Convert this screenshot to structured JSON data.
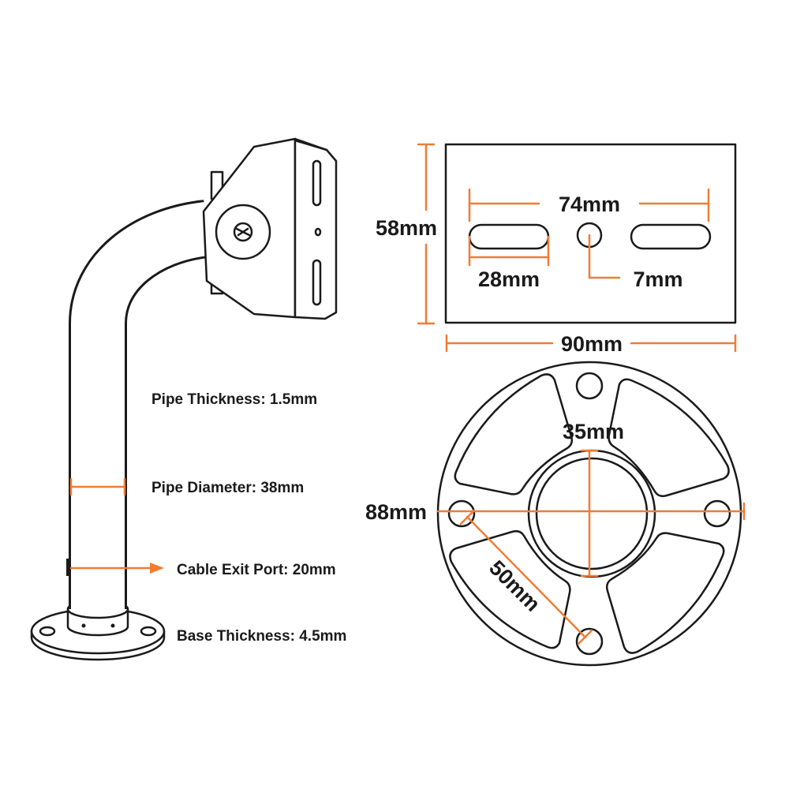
{
  "colors": {
    "accent": "#f07c34",
    "line": "#1a1a1a",
    "background": "#ffffff"
  },
  "specs": {
    "pipe_thickness": "Pipe Thickness: 1.5mm",
    "pipe_diameter": "Pipe Diameter: 38mm",
    "cable_exit": "Cable Exit Port: 20mm",
    "base_thickness": "Base Thickness: 4.5mm"
  },
  "plate": {
    "height": "58mm",
    "hole_spacing": "74mm",
    "slot_length": "28mm",
    "hole_diameter": "7mm",
    "width": "90mm"
  },
  "base": {
    "inner_diameter": "35mm",
    "outer_diameter": "88mm",
    "hole_spacing": "50mm"
  },
  "icons": {
    "bracket": "wall-mount-bracket-drawing",
    "plate": "mounting-plate-drawing",
    "flange": "round-base-flange-drawing"
  }
}
